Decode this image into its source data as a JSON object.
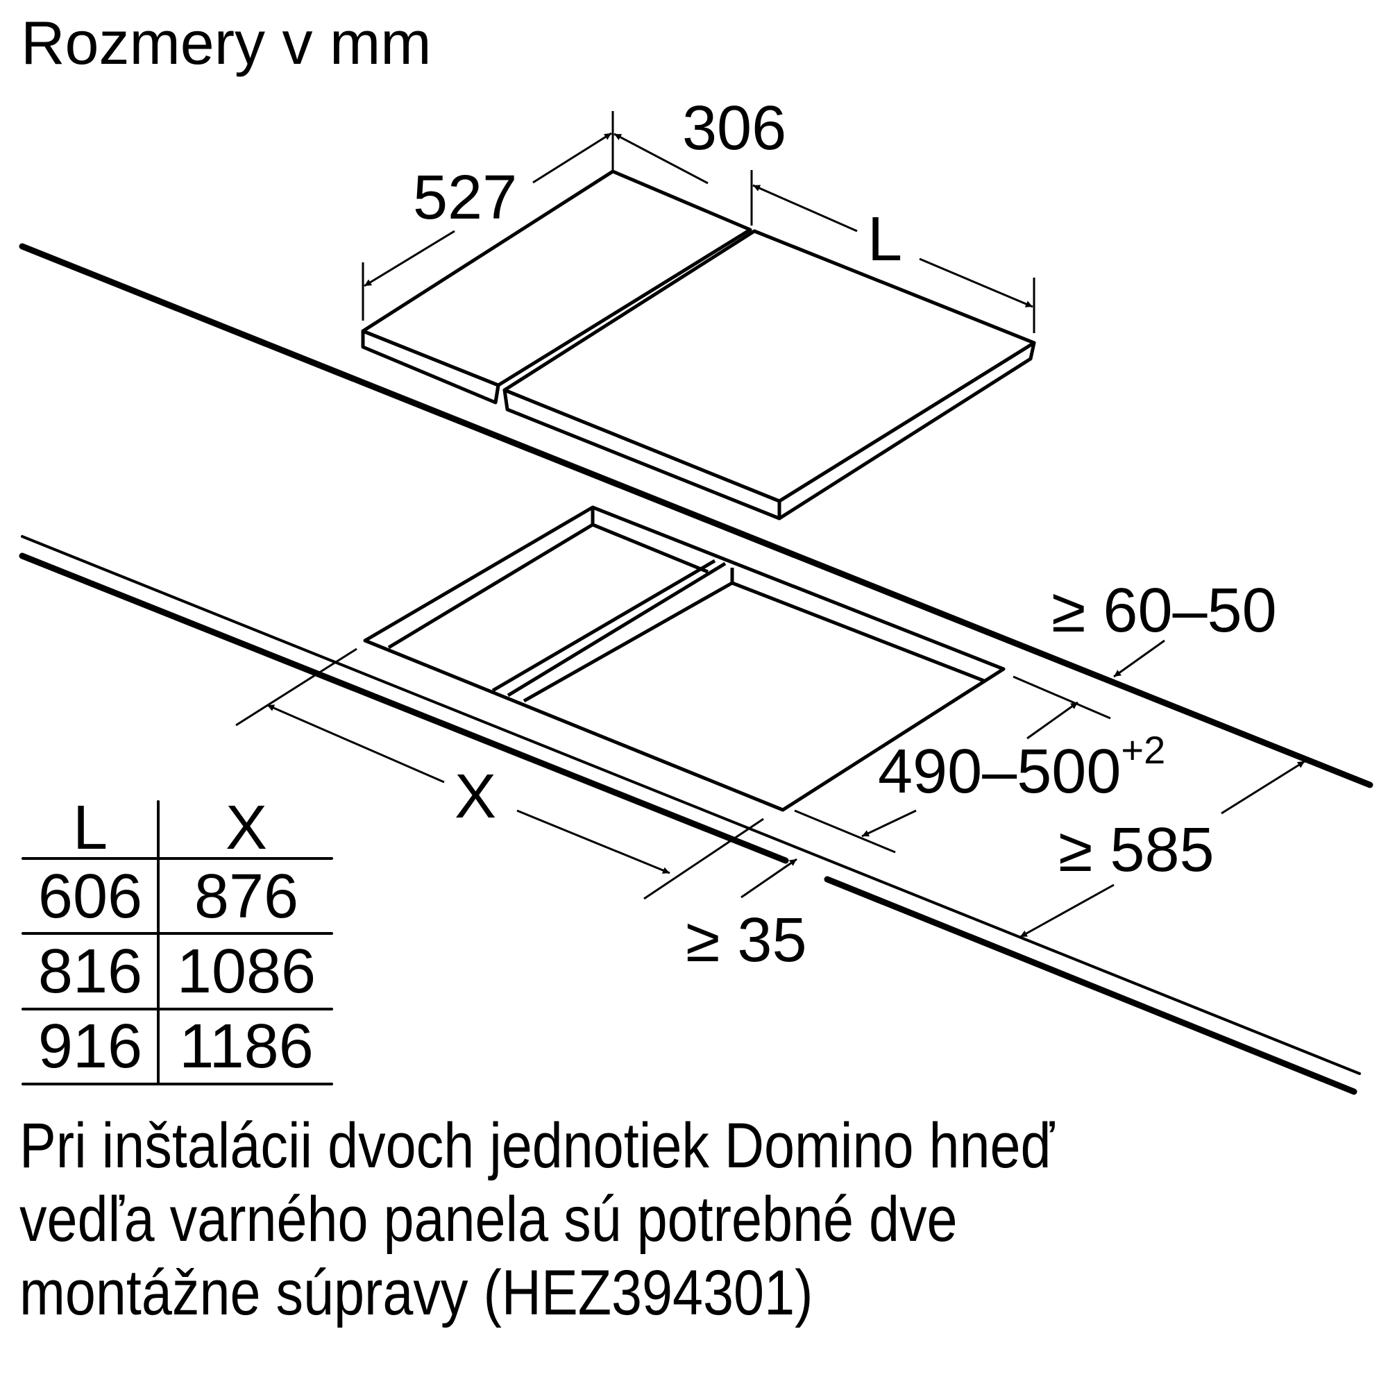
{
  "title": "Rozmery v mm",
  "dimensions": {
    "panel_depth": "527",
    "domino_width": "306",
    "hob_width": "L",
    "cutout_width": "X",
    "rear_clearance": "≥ 60–50",
    "cutout_depth": "490–500",
    "cutout_depth_tolerance": "+2",
    "worktop_depth": "≥ 585",
    "front_clearance": "≥ 35"
  },
  "table": {
    "headers": [
      "L",
      "X"
    ],
    "rows": [
      [
        "606",
        "876"
      ],
      [
        "816",
        "1086"
      ],
      [
        "916",
        "1186"
      ]
    ]
  },
  "note": {
    "lines": [
      "Pri inštalácii dvoch jednotiek Domino hneď",
      "vedľa varného panela sú potrebné dve",
      "montážne súpravy (HEZ394301)"
    ]
  }
}
